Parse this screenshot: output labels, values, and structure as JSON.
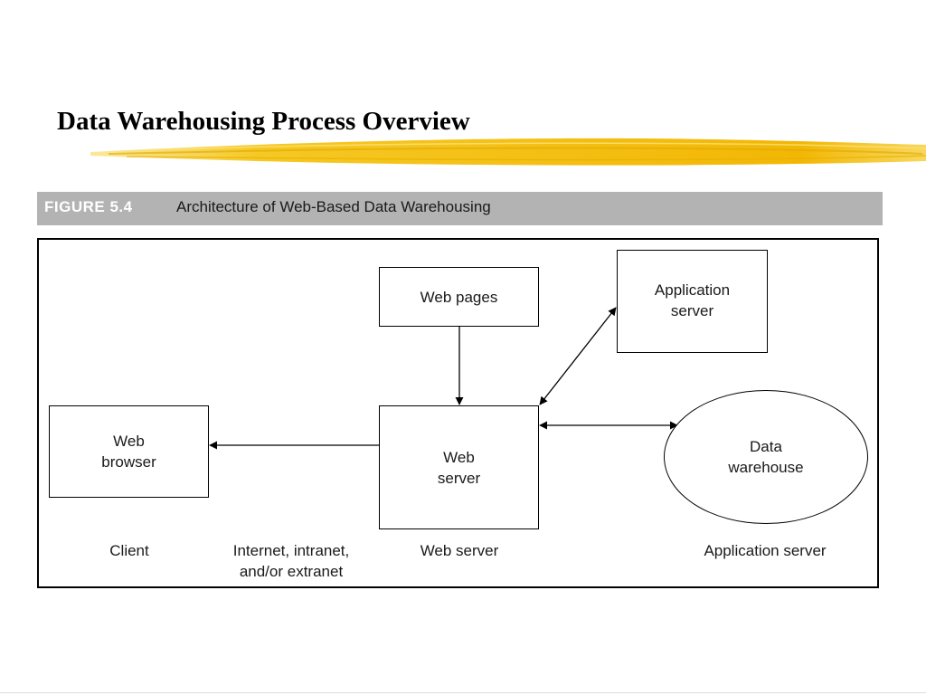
{
  "slide": {
    "title": "Data Warehousing Process Overview"
  },
  "figure": {
    "number": "FIGURE 5.4",
    "caption": "Architecture of Web-Based Data Warehousing"
  },
  "nodes": {
    "web_pages": "Web pages",
    "application_server": "Application\nserver",
    "web_browser": "Web\nbrowser",
    "web_server": "Web\nserver",
    "data_warehouse": "Data\nwarehouse"
  },
  "zones": {
    "client": "Client",
    "network": "Internet, intranet,\nand/or extranet",
    "web_server": "Web server",
    "application_server": "Application server"
  },
  "colors": {
    "figure_bar": "#b3b3b3",
    "highlight": "#f5c518",
    "line": "#000000"
  }
}
